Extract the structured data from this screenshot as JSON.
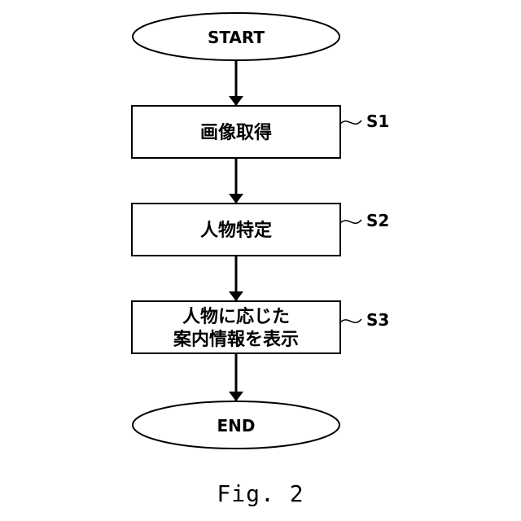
{
  "flowchart": {
    "start_label": "START",
    "end_label": "END",
    "steps": [
      {
        "id": "S1",
        "lines": [
          "画像取得"
        ]
      },
      {
        "id": "S2",
        "lines": [
          "人物特定"
        ]
      },
      {
        "id": "S3",
        "lines": [
          "人物に応じた",
          "案内情報を表示"
        ]
      }
    ]
  },
  "caption": "Fig. 2"
}
